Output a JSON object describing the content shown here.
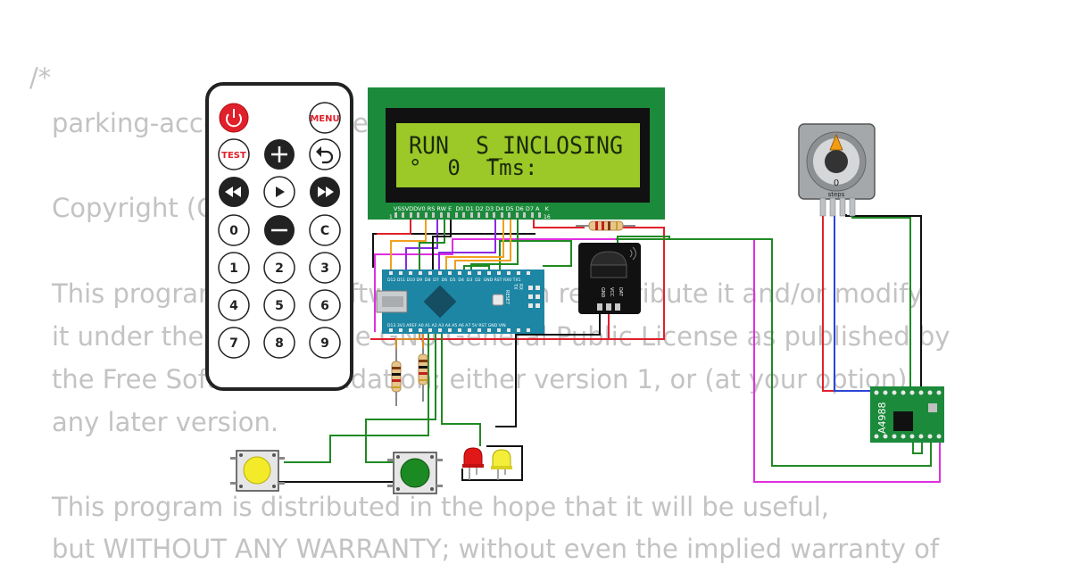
{
  "background_code": {
    "lines": [
      "/*",
      "parking-access-controller … parking access",
      "Copyright (C) …",
      "This program is free software: you can redistribute it and/or modify",
      "it under the terms of the GNU General Public License as published by",
      "the Free Software Foundation; either version 1, or (at your option)",
      "any later version.",
      "This program is distributed in the hope that it will be useful,",
      "but WITHOUT ANY WARRANTY; without even the implied warranty of"
    ]
  },
  "lcd": {
    "line1": "RUN  S_INCLOSING",
    "line2": "°  0  Tms:",
    "pin_labels": "VSSVDDV0 RS RW E  D0 D1 D2 D3 D4 D5 D6 D7 A   K",
    "pin_first": "1",
    "pin_last": "16",
    "colors": {
      "pcb": "#1c8a3b",
      "bezel": "#111111",
      "screen": "#9cc928",
      "text": "#1b2a0a"
    }
  },
  "remote": {
    "power_icon": "power-icon",
    "menu_label": "MENU",
    "test_label": "TEST",
    "plus_icon": "plus-icon",
    "back_icon": "back-arrow-icon",
    "rewind_icon": "rewind-icon",
    "play_icon": "play-icon",
    "forward_icon": "fast-forward-icon",
    "zero_label": "0",
    "minus_icon": "minus-icon",
    "c_label": "C",
    "digits": [
      "1",
      "2",
      "3",
      "4",
      "5",
      "6",
      "7",
      "8",
      "9"
    ]
  },
  "stepper": {
    "value": "0",
    "label": "steps"
  },
  "driver": {
    "label": "A4988"
  },
  "ir_receiver": {
    "pins": [
      "GND",
      "VCC",
      "DAT"
    ]
  },
  "arduino": {
    "top_pins": "D12 D11 D10 D9  D8  D7  D6  D5  D4  D3  D2  GND RST RX0 TX1",
    "bottom_pins": "D13 3V3 AREF A0 A1 A2 A3 A4 A5 A6 A7 5V RST GND VIN",
    "reset_label": "RESET",
    "tx_label": "TX",
    "rx_label": "RX"
  },
  "colors": {
    "wire_red": "#e0202a",
    "wire_black": "#111111",
    "wire_green": "#1f8a23",
    "wire_magenta": "#e02ee0",
    "wire_orange": "#f0a020",
    "wire_purple": "#8a2be2",
    "wire_blue": "#2a45d6",
    "button_yellow": "#f3ea2a",
    "button_green": "#1c8a23",
    "led_red": "#e01818",
    "led_yellow": "#f4ee3a",
    "accent_red": "#e0202a"
  }
}
